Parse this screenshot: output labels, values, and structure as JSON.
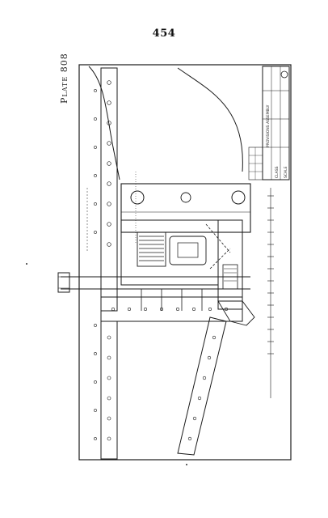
{
  "page": {
    "number": "454",
    "plate_label": "Plate 808"
  },
  "drawing": {
    "title_block": {
      "line1": "PROVISIONS ASSEMBLY",
      "line2": "CLASS",
      "line3": "SCALE"
    }
  },
  "colors": {
    "ink": "#1a1a1a",
    "paper": "#ffffff"
  }
}
